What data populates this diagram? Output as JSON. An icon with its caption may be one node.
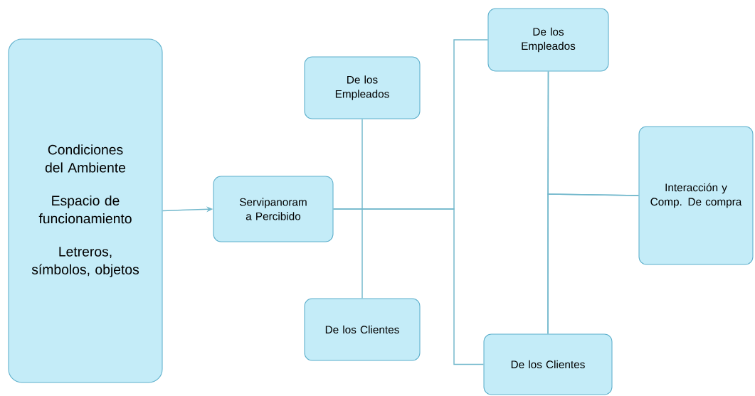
{
  "diagram": {
    "nodes": [
      {
        "text": [
          "Condiciones del Ambiente",
          "Espacio de funcionamiento",
          "Letreros, símbolos, objetos"
        ]
      },
      {
        "text": [
          "Servipanoram a Percibido"
        ]
      },
      {
        "text": [
          "De los Empleados"
        ]
      },
      {
        "text": [
          "De los Clientes"
        ]
      },
      {
        "text": [
          "De los Empleados"
        ]
      },
      {
        "text": [
          "De los Clientes"
        ]
      },
      {
        "text": [
          "Interacción y Comp. De compra"
        ]
      }
    ],
    "edges": [
      {
        "from": 0,
        "to": 1,
        "arrow": "to"
      },
      {
        "from": 1,
        "to": 4,
        "arrow": "none"
      },
      {
        "from": 1,
        "to": 5,
        "arrow": "none"
      },
      {
        "from": 2,
        "to": 3,
        "arrow": "none"
      },
      {
        "from": 4,
        "to": 5,
        "arrow": "none"
      },
      {
        "from": 4,
        "to": 6,
        "arrow": "none"
      },
      {
        "from": 5,
        "to": 6,
        "arrow": "none"
      }
    ]
  }
}
